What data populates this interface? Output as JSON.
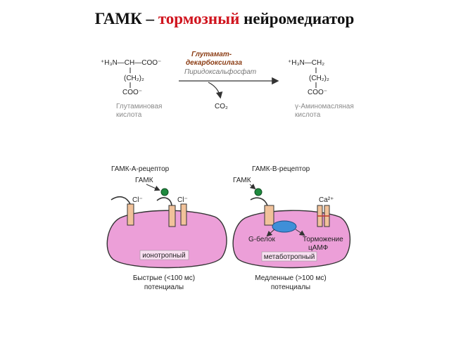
{
  "slide": {
    "title_prefix": "ГАМК – ",
    "title_accent": "тормозный",
    "title_suffix": " нейромедиатор",
    "colors": {
      "title_accent": "#d0141e",
      "cell_fill": "#ec9fd8",
      "receptor_fill": "#f1c29a",
      "gaba_ball": "#1f8a3e",
      "g_protein": "#3f8fd8",
      "enzyme_text": "#8a3b12"
    }
  },
  "reaction": {
    "substrate_line1": "⁺H₃N—CH—COO⁻",
    "substrate_line2": "(CH₂)₂",
    "substrate_line3": "COO⁻",
    "substrate_name_1": "Глутаминовая",
    "substrate_name_2": "кислота",
    "enzyme_1": "Глутамат-",
    "enzyme_2": "декарбоксилаза",
    "cofactor": "Пиридоксальфосфат",
    "byproduct": "CO₂",
    "product_line1": "⁺H₃N—CH₂",
    "product_line2": "(CH₂)₂",
    "product_line3": "COO⁻",
    "product_name_1": "γ-Аминомасляная",
    "product_name_2": "кислота"
  },
  "left_cell": {
    "receptor_title": "ГАМК-А-рецептор",
    "ligand_label": "ГАМК",
    "ion_left": "Cl⁻",
    "ion_right": "Cl⁻",
    "type_label": "ионотропный",
    "caption_1": "Быстрые (<100 мс)",
    "caption_2": "потенциалы"
  },
  "right_cell": {
    "receptor_title": "ГАМК-В-рецептор",
    "ligand_label": "ГАМК",
    "ion_label": "Ca²⁺",
    "g_protein_label": "G-белок",
    "inhibition_label_1": "Торможение",
    "inhibition_label_2": "цАМФ",
    "type_label": "метаботропный",
    "caption_1": "Медленные (>100 мс)",
    "caption_2": "потенциалы"
  }
}
